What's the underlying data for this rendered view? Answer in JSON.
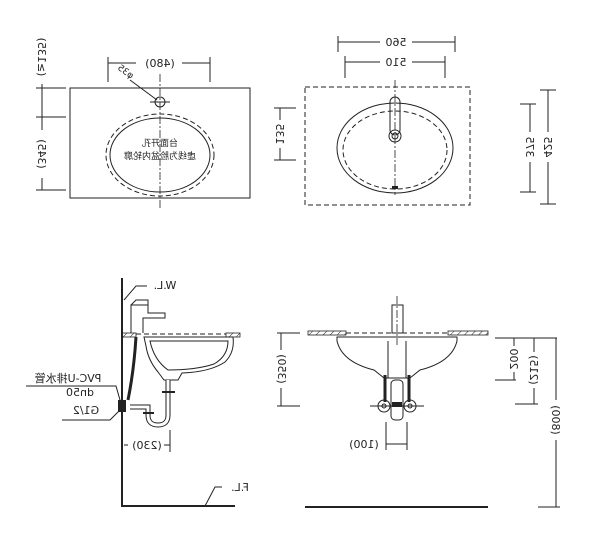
{
  "plan_left": {
    "width_dim": "(480)",
    "hole_dim": "φ35",
    "top_dim": "(≥135)",
    "depth_dim": "(345)",
    "note_line1": "台面开孔",
    "note_line2": "虚线为脸盆内轮廓"
  },
  "plan_right": {
    "outer_width": "560",
    "inner_width": "510",
    "faucet_offset": "135",
    "inner_depth": "375",
    "outer_depth": "425"
  },
  "side_view": {
    "wall_level": "W.L.",
    "drain_pipe": "PVC-U排水管",
    "drain_size": "dn50",
    "supply_size": "G1/2",
    "trap_height": "(230)",
    "floor_level": "F.L."
  },
  "front_view": {
    "total_depth": "(350)",
    "bowl_depth": "200",
    "outlet_depth": "(215)",
    "counter_height": "(800)",
    "supply_spacing": "(100)"
  }
}
